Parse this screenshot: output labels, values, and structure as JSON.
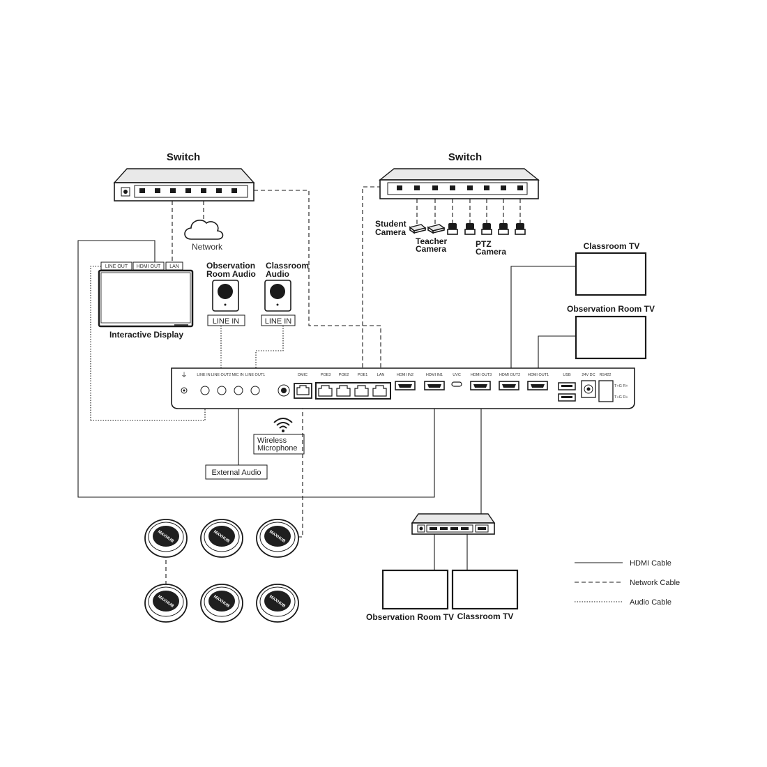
{
  "switches": {
    "left_title": "Switch",
    "right_title": "Switch"
  },
  "network": {
    "label": "Network"
  },
  "interactive_display": {
    "label": "Interactive Display",
    "ports": [
      "LINE OUT",
      "HDMI OUT",
      "LAN"
    ]
  },
  "speakers": {
    "observation": {
      "line1": "Observation",
      "line2": "Room Audio",
      "port": "LINE IN"
    },
    "classroom": {
      "line1": "Classroom",
      "line2": "Audio",
      "port": "LINE IN"
    }
  },
  "cameras": {
    "student": {
      "line1": "Student",
      "line2": "Camera"
    },
    "teacher": {
      "line1": "Teacher",
      "line2": "Camera"
    },
    "ptz": {
      "line1": "PTZ",
      "line2": "Camera"
    }
  },
  "tvs": {
    "classroom_top": "Classroom TV",
    "observation_top": "Observation Room TV",
    "observation_bottom": "Observation Room TV",
    "classroom_bottom": "Classroom TV"
  },
  "main_unit": {
    "ports": [
      "LINE IN",
      "LINE OUT2",
      "MIC IN",
      "LINE OUT1",
      "DMIC",
      "POE3",
      "POE2",
      "POE1",
      "LAN",
      "HDMI IN2",
      "HDMI IN1",
      "UVC",
      "HDMI OUT3",
      "HDMI OUT2",
      "HDMI OUT1",
      "USB",
      "24V DC",
      "RS422"
    ],
    "rs422_pins": [
      "T+G R+",
      "T+G R+"
    ]
  },
  "wireless_mic": {
    "line1": "Wireless",
    "line2": "Microphone"
  },
  "external_audio": {
    "label": "External Audio"
  },
  "mic_brand": "MAXHUB",
  "legend": {
    "hdmi": "HDMI Cable",
    "network": "Network Cable",
    "audio": "Audio Cable"
  }
}
